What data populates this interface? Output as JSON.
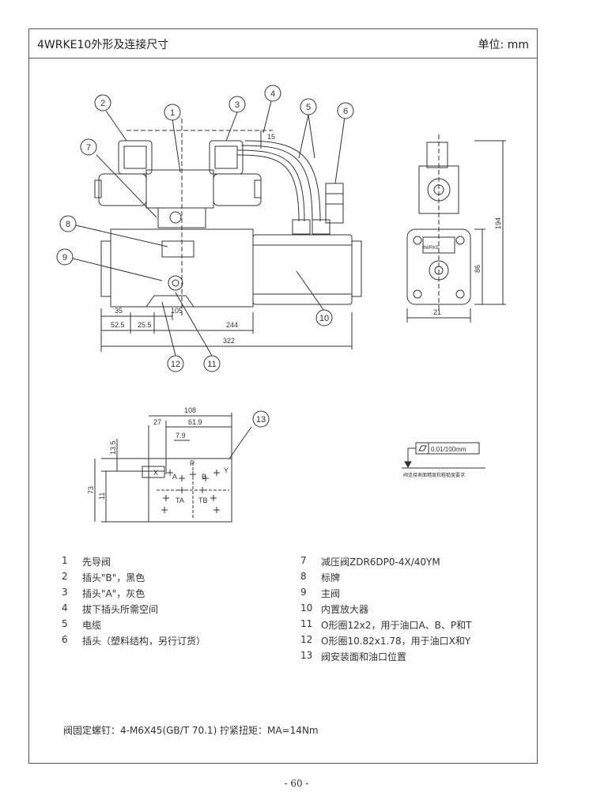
{
  "header": {
    "title": "4WRKE10外形及连接尺寸",
    "unit": "单位: mm"
  },
  "callouts": [
    "1",
    "2",
    "3",
    "4",
    "5",
    "6",
    "7",
    "8",
    "9",
    "10",
    "11",
    "12",
    "13"
  ],
  "dimensions": {
    "d35": "35",
    "d105": "105",
    "d52_5": "52.5",
    "d25_5": "25.5",
    "d244": "244",
    "d322": "322",
    "d194": "194",
    "d86": "86",
    "d21": "21",
    "d15": "15",
    "d108": "108",
    "d27": "27",
    "d61_9": "61.9",
    "d7_9": "7.9",
    "d13_5": "13.5",
    "d73": "73",
    "d11": "11"
  },
  "port_labels": {
    "X": "X",
    "Y": "Y",
    "P": "P",
    "A": "A",
    "B": "B",
    "TA": "TA",
    "TB": "TB"
  },
  "nameplate_code": "4WRKE",
  "flatness": {
    "value": "0.01/100mm",
    "caption": "阀连接表面精度和粗糙度要求"
  },
  "legend_left": [
    {
      "num": "1",
      "text": "先导阀"
    },
    {
      "num": "2",
      "text": "插头\"B\"，黑色"
    },
    {
      "num": "3",
      "text": "插头\"A\"，灰色"
    },
    {
      "num": "4",
      "text": "拔下插头所需空间"
    },
    {
      "num": "5",
      "text": "电缆"
    },
    {
      "num": "6",
      "text": "插头（塑料结构，另行订货）"
    }
  ],
  "legend_right": [
    {
      "num": "7",
      "text": "减压阀ZDR6DP0-4X/40YM"
    },
    {
      "num": "8",
      "text": "标牌"
    },
    {
      "num": "9",
      "text": "主阀"
    },
    {
      "num": "10",
      "text": "内置放大器"
    },
    {
      "num": "11",
      "text": "O形圈12x2，用于油口A、B、P和T"
    },
    {
      "num": "12",
      "text": "O形圈10.82x1.78，用于油口X和Y"
    },
    {
      "num": "13",
      "text": "阀安装面和油口位置"
    }
  ],
  "note": "阀固定螺钉：4-M6X45(GB/T 70.1) 拧紧扭矩：MA=14Nm",
  "page_number": "- 60 -"
}
